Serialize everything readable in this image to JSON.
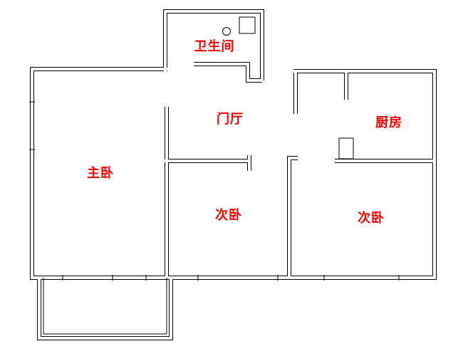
{
  "floor_plan": {
    "background_color": "#ffffff",
    "wall_color": "#000000",
    "label_color": "#ff0000",
    "rooms": [
      {
        "id": "bathroom",
        "label": "卫生间"
      },
      {
        "id": "entrance-hall",
        "label": "门厅"
      },
      {
        "id": "kitchen",
        "label": "厨房"
      },
      {
        "id": "master-bedroom",
        "label": "主卧"
      },
      {
        "id": "secondary-bedroom-center",
        "label": "次卧"
      },
      {
        "id": "secondary-bedroom-right",
        "label": "次卧"
      }
    ]
  }
}
